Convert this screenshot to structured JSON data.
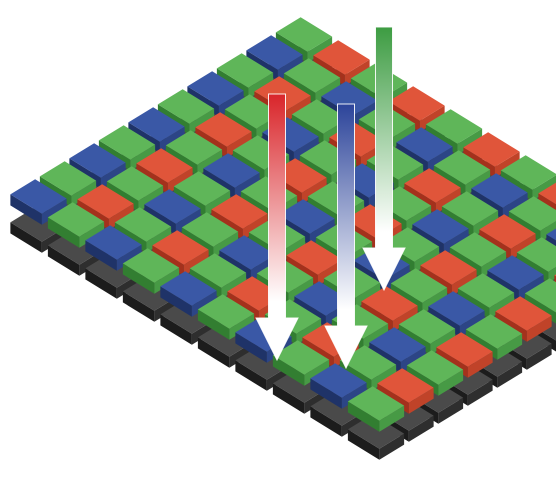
{
  "illustration": {
    "subject": "bayer-color-filter-array",
    "grid_size": 10,
    "pattern_rows": [
      [
        "G",
        "R"
      ],
      [
        "B",
        "G"
      ]
    ],
    "colors": {
      "R": {
        "top": "#e0553a",
        "left": "#a4311c",
        "right": "#c04329"
      },
      "G": {
        "top": "#5fb659",
        "left": "#327e31",
        "right": "#479a45"
      },
      "B": {
        "top": "#3a58a6",
        "left": "#1f3368",
        "right": "#2c4586"
      },
      "sensor": {
        "top": "#4a4a4a",
        "left": "#1c1c1c",
        "right": "#2e2e2e"
      }
    },
    "arrows": [
      {
        "name": "red-light-arrow",
        "color": "#d9252a"
      },
      {
        "name": "blue-light-arrow",
        "color": "#2c449a"
      },
      {
        "name": "green-light-arrow",
        "color": "#3d9c42"
      }
    ]
  }
}
